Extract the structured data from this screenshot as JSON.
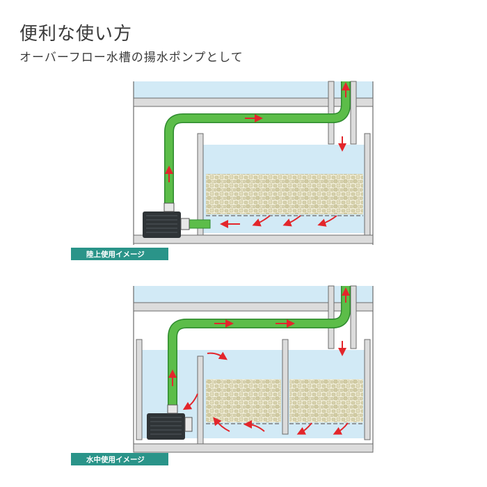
{
  "header": {
    "title": "便利な使い方",
    "subtitle": "オーバーフロー水槽の揚水ポンプとして"
  },
  "diagrams": [
    {
      "label": "陸上使用イメージ"
    },
    {
      "label": "水中使用イメージ"
    }
  ],
  "colors": {
    "water": "#d2eaf6",
    "pipe": "#58b847",
    "pipe_dark": "#2e8a2e",
    "arrow": "#e3262b",
    "tank_wall": "#dcdcdc",
    "outline": "#6b6b6b",
    "badge": "#2a9489",
    "pump": "#2f3437",
    "gravel": "#e9e5c8"
  }
}
